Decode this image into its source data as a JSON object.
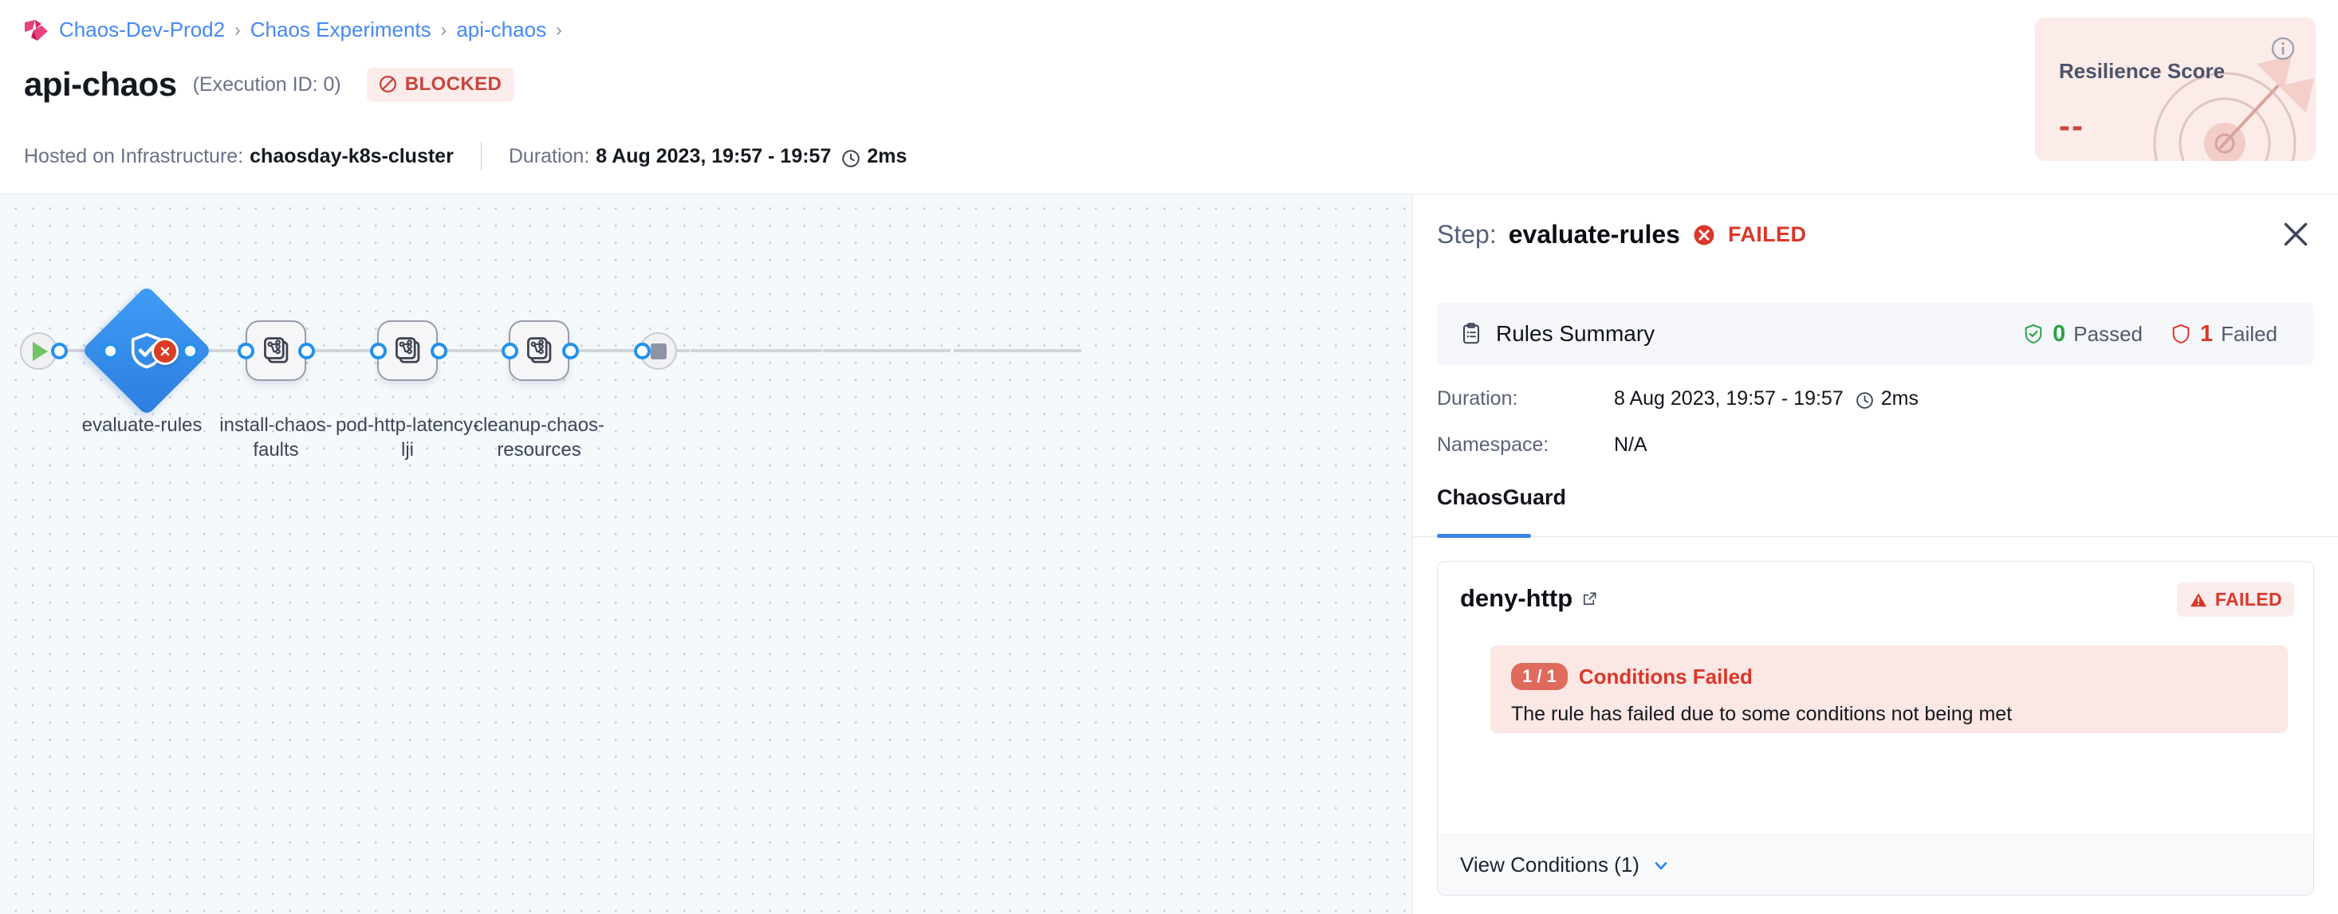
{
  "breadcrumb": {
    "logo_icon": "harness-chaos-logo-icon",
    "items": [
      "Chaos-Dev-Prod2",
      "Chaos Experiments",
      "api-chaos"
    ],
    "separator": "›",
    "trailing_separator": "›"
  },
  "header": {
    "title": "api-chaos",
    "execution_id": "(Execution ID: 0)",
    "status_badge": "BLOCKED",
    "status_icon": "blocked-circle-icon",
    "infra_label": "Hosted on Infrastructure:",
    "infra_value": "chaosday-k8s-cluster",
    "duration_label": "Duration:",
    "duration_range": "8 Aug 2023, 19:57 - 19:57",
    "duration_elapsed": "2ms",
    "clock_icon": "clock-icon"
  },
  "resilience": {
    "title": "Resilience Score",
    "value": "--",
    "info_icon": "info-circle-icon",
    "art_icon": "target-arrow-icon",
    "bg_color": "#fbebe9",
    "value_color": "#c8453b"
  },
  "graph": {
    "start_node": {
      "name": "start",
      "icon": "play-icon"
    },
    "end_node": {
      "name": "end",
      "icon": "stop-icon"
    },
    "nodes": [
      {
        "label": "evaluate-rules",
        "type": "diamond",
        "icon": "shield-check-icon",
        "status": "failed",
        "status_icon": "error-x-icon"
      },
      {
        "label": "install-chaos-faults",
        "type": "step",
        "icon": "chaos-faults-icon",
        "status": "none"
      },
      {
        "label": "pod-http-latency-lji",
        "type": "step",
        "icon": "chaos-faults-icon",
        "status": "none"
      },
      {
        "label": "cleanup-chaos-resources",
        "type": "step",
        "icon": "chaos-faults-icon",
        "status": "none"
      }
    ]
  },
  "panel": {
    "title_prefix": "Step:",
    "step_name": "evaluate-rules",
    "status": "FAILED",
    "status_icon": "error-x-icon",
    "close_icon": "close-icon",
    "summary": {
      "icon": "clipboard-icon",
      "title": "Rules Summary",
      "passed_count": "0",
      "passed_label": "Passed",
      "passed_icon": "shield-check-icon",
      "failed_count": "1",
      "failed_label": "Failed",
      "failed_icon": "shield-outline-icon"
    },
    "details": [
      {
        "key": "Duration:",
        "value": "8 Aug 2023, 19:57 - 19:57",
        "extra": "2ms",
        "icon": "clock-icon"
      },
      {
        "key": "Namespace:",
        "value": "N/A",
        "extra": "",
        "icon": ""
      }
    ],
    "tabs": [
      {
        "label": "ChaosGuard",
        "active": true
      }
    ],
    "rule": {
      "name": "deny-http",
      "external_link_icon": "external-link-icon",
      "status_badge": "FAILED",
      "status_badge_icon": "warning-triangle-icon",
      "condition_pill": "1 / 1",
      "condition_title": "Conditions Failed",
      "condition_text": "The rule has failed due to some conditions not being met",
      "footer_label": "View Conditions (1)",
      "footer_icon": "chevron-down-icon"
    }
  },
  "colors": {
    "link": "#4689f3",
    "danger": "#d9372a",
    "danger_soft": "#fbeceb",
    "success": "#2aa345",
    "accent": "#3b82e8",
    "node_blue": "#2d7de0",
    "canvas_bg": "#f4f9fc"
  }
}
